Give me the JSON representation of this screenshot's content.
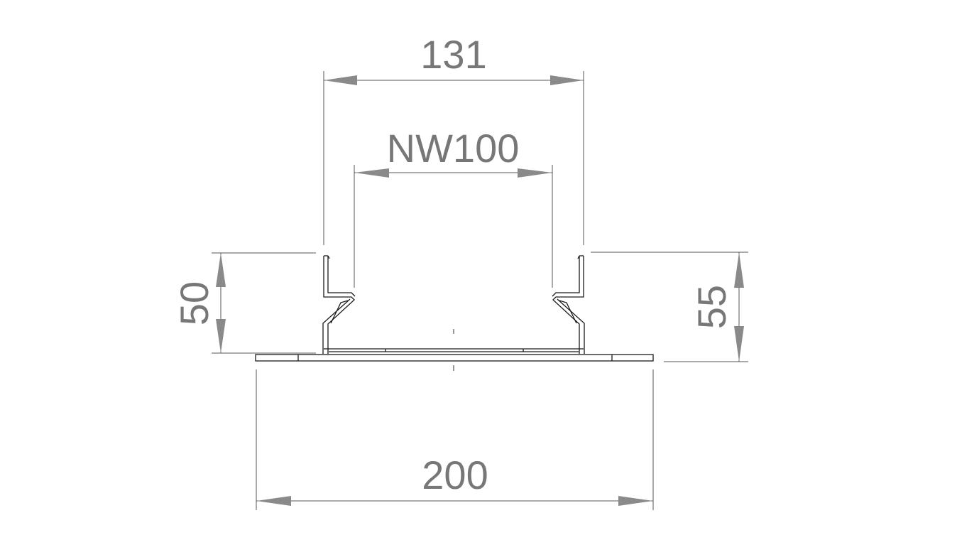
{
  "drawing": {
    "dimensions": {
      "top_width": "131",
      "inner_width": "NW100",
      "base_width": "200",
      "left_height": "50",
      "right_height": "55"
    }
  }
}
